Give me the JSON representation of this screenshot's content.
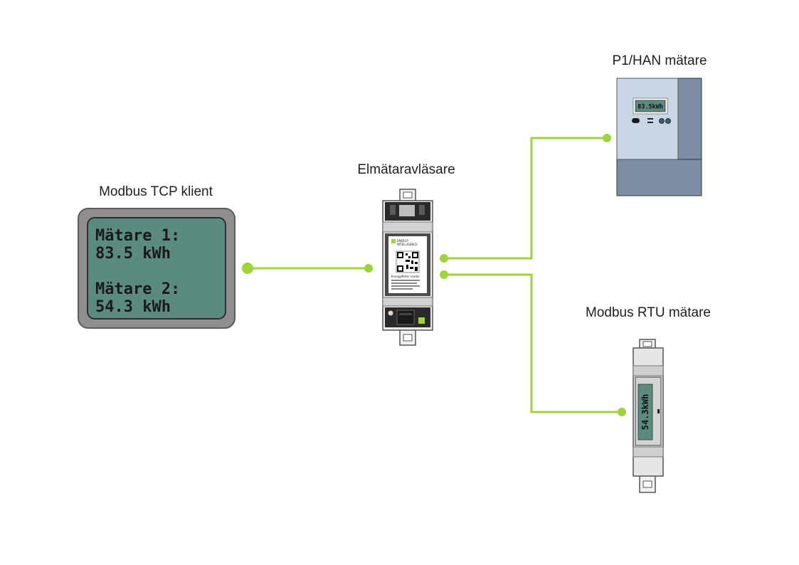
{
  "colors": {
    "connector": "#9ed43a",
    "lcd_green": "#5a8b7e",
    "frame_grey": "#8f8f8f",
    "meter_blue": "#c9d6e6",
    "meter_slate": "#7d8da3"
  },
  "labels": {
    "tcp_client": "Modbus TCP klient",
    "reader": "Elmätaravläsare",
    "p1_meter": "P1/HAN mätare",
    "rtu_meter": "Modbus RTU mätare"
  },
  "tcp_display": {
    "line1": "Mätare 1:",
    "line2": "83.5 kWh",
    "line3": "Mätare 2:",
    "line4": "54.3 kWh"
  },
  "p1_display": {
    "reading": "83.5kWh"
  },
  "rtu_display": {
    "reading": "54.3kWh"
  },
  "reader_label": {
    "brand_line1": "ENERGY",
    "brand_line2": "INTELLIGENCE",
    "product": "EnergyMeter reader"
  },
  "icons": {
    "qr": "qr-code-icon",
    "button": "reset-button-icon",
    "port": "rj-port-icon"
  }
}
